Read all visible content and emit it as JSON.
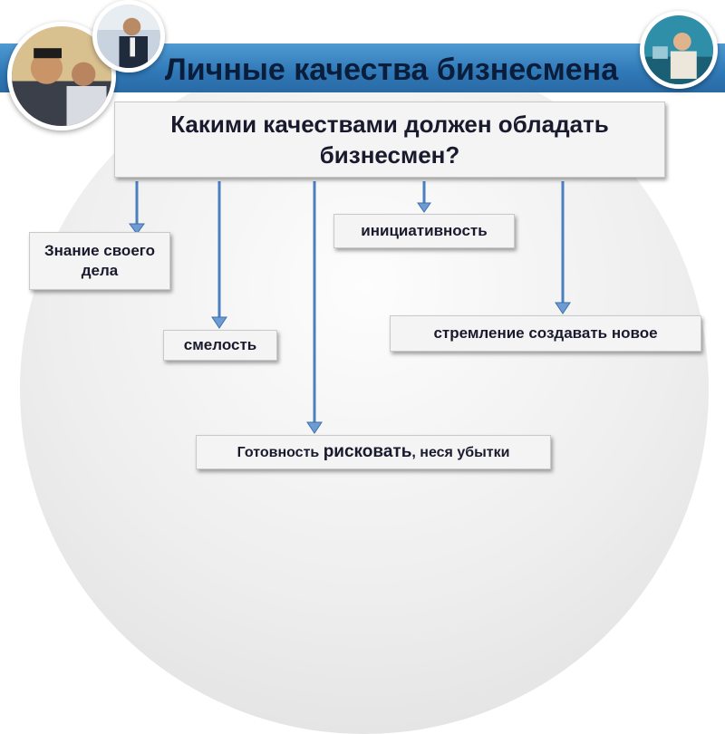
{
  "title": "Личные качества бизнесмена",
  "diagram": {
    "question": "Какими качествами должен обладать бизнесмен?",
    "nodes": {
      "knowledge": "Знание своего дела",
      "courage": "смелость",
      "initiative": "инициативность",
      "innovation": "стремление создавать новое",
      "risk_prefix": "Готовность ",
      "risk_emphasis": "рисковать",
      "risk_suffix": ", неся убытки"
    }
  },
  "colors": {
    "title_bar": "#2f78b7",
    "arrow": "#4a7fc0",
    "box_fill": "#f4f4f4"
  }
}
